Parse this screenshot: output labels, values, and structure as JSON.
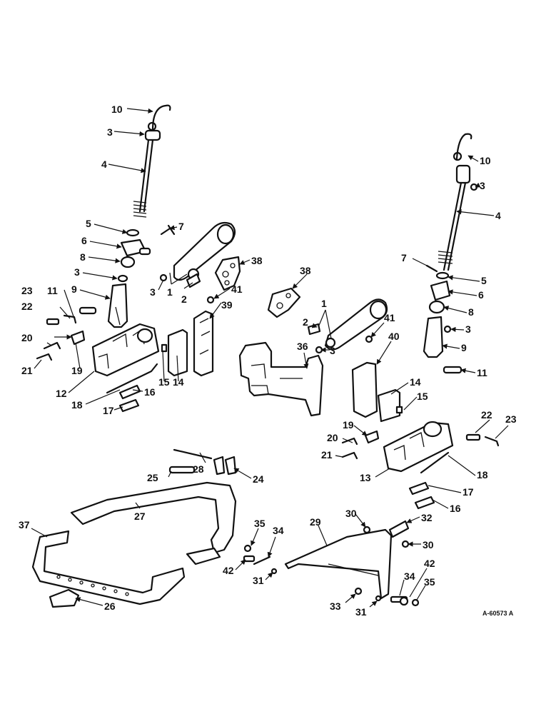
{
  "drawing_ref": "A-60573 A",
  "callouts": [
    "1",
    "2",
    "3",
    "4",
    "5",
    "6",
    "7",
    "8",
    "9",
    "10",
    "11",
    "12",
    "13",
    "14",
    "15",
    "16",
    "17",
    "18",
    "19",
    "20",
    "21",
    "22",
    "23",
    "24",
    "25",
    "26",
    "27",
    "28",
    "29",
    "30",
    "31",
    "32",
    "33",
    "34",
    "35",
    "36",
    "37",
    "38",
    "39",
    "40",
    "41",
    "42"
  ]
}
